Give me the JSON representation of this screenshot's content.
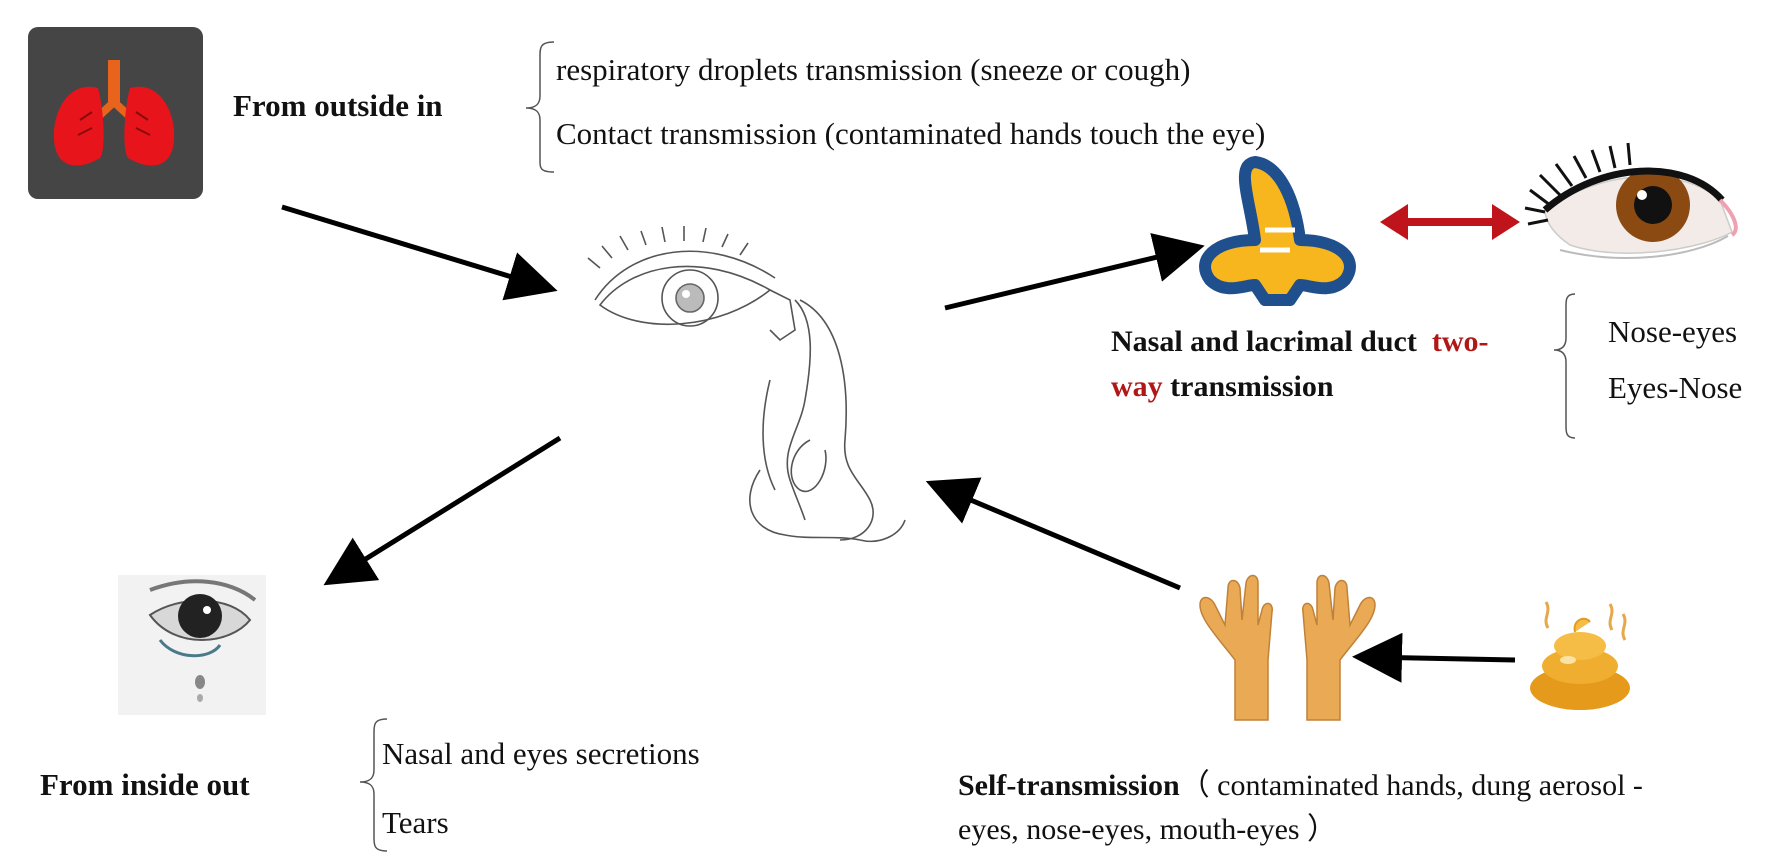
{
  "outside_in": {
    "title": "From outside in",
    "items": [
      "respiratory droplets transmission (sneeze or cough)",
      "Contact transmission (contaminated hands touch the eye)"
    ]
  },
  "nasal_lacrimal": {
    "title_part1": "Nasal and lacrimal duct",
    "title_highlight_1": "two-",
    "title_highlight_2": "way",
    "title_part2": "transmission",
    "items": [
      "Nose-eyes",
      "Eyes-Nose"
    ]
  },
  "inside_out": {
    "title": "From inside out",
    "items": [
      "Nasal and eyes secretions",
      "Tears"
    ]
  },
  "self_transmission": {
    "title": "Self-transmission",
    "line1_rest": "（ contaminated hands, dung aerosol -",
    "line2": "eyes, nose-eyes, mouth-eyes ）"
  },
  "colors": {
    "lung_red": "#e8141c",
    "lung_bg": "#454545",
    "highlight_red": "#b01818",
    "nose_yellow": "#f7b51e",
    "nose_blue": "#1f4f8c",
    "hand_orange": "#e9a955",
    "iris_brown": "#8a4a12",
    "dung_orange": "#e59a1c"
  },
  "icons": [
    "lungs-icon",
    "eye-nose-anatomy-icon",
    "nose-icon",
    "eye-icon",
    "tearful-eye-icon",
    "hands-icon",
    "dung-icon"
  ]
}
